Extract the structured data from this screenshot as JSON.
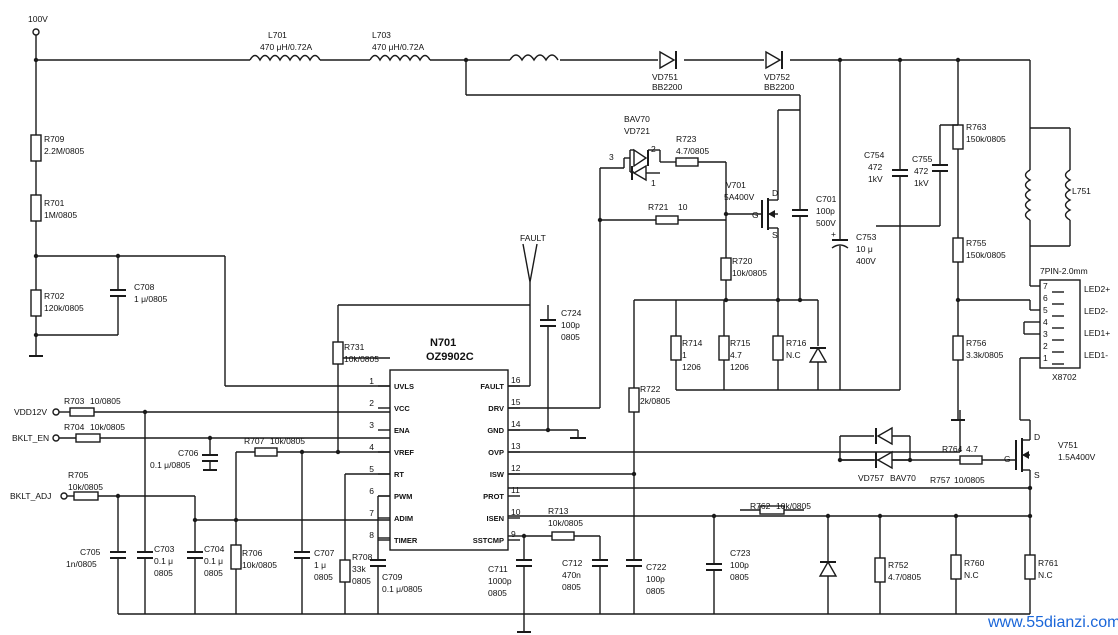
{
  "nets": {
    "v100": "100V",
    "vddi": "VDD12V",
    "bklt_en": "BKLT_EN",
    "bklt_adj": "BKLT_ADJ",
    "fault": "FAULT"
  },
  "ic": {
    "ref": "N701",
    "part": "OZ9902C",
    "pins_left": [
      {
        "num": "1",
        "name": "UVLS"
      },
      {
        "num": "2",
        "name": "VCC"
      },
      {
        "num": "3",
        "name": "ENA"
      },
      {
        "num": "4",
        "name": "VREF"
      },
      {
        "num": "5",
        "name": "RT"
      },
      {
        "num": "6",
        "name": "PWM"
      },
      {
        "num": "7",
        "name": "ADIM"
      },
      {
        "num": "8",
        "name": "TIMER"
      }
    ],
    "pins_right": [
      {
        "num": "16",
        "name": "FAULT"
      },
      {
        "num": "15",
        "name": "DRV"
      },
      {
        "num": "14",
        "name": "GND"
      },
      {
        "num": "13",
        "name": "OVP"
      },
      {
        "num": "12",
        "name": "ISW"
      },
      {
        "num": "11",
        "name": "PROT"
      },
      {
        "num": "10",
        "name": "ISEN"
      },
      {
        "num": "9",
        "name": "SSTCMP"
      }
    ]
  },
  "inductors": {
    "l701": {
      "ref": "L701",
      "value": "470 μH/0.72A"
    },
    "l703": {
      "ref": "L703",
      "value": "470 μH/0.72A"
    },
    "l751": {
      "ref": "L751"
    }
  },
  "diodes": {
    "vd751": {
      "ref": "VD751",
      "part": "BB2200"
    },
    "vd752": {
      "ref": "VD752",
      "part": "BB2200"
    },
    "vd721": {
      "ref": "VD721",
      "part": "BAV70"
    },
    "vd757": {
      "ref": "VD757",
      "part": "BAV70"
    },
    "vd721_pins": [
      "3",
      "2",
      "1"
    ]
  },
  "transistors": {
    "v701": {
      "ref": "V701",
      "value": "5A400V",
      "pins": [
        "D",
        "G",
        "S"
      ]
    },
    "v751": {
      "ref": "V751",
      "value": "1.5A400V",
      "pins": [
        "D",
        "G",
        "S"
      ]
    }
  },
  "resistors": {
    "r709": {
      "ref": "R709",
      "value": "2.2M/0805"
    },
    "r701": {
      "ref": "R701",
      "value": "1M/0805"
    },
    "r702": {
      "ref": "R702",
      "value": "120k/0805"
    },
    "r731": {
      "ref": "R731",
      "value": "10k/0805"
    },
    "r703": {
      "ref": "R703",
      "value": "10/0805"
    },
    "r704": {
      "ref": "R704",
      "value": "10k/0805"
    },
    "r705": {
      "ref": "R705",
      "value": "10k/0805"
    },
    "r707": {
      "ref": "R707",
      "value": "10k/0805"
    },
    "r706": {
      "ref": "R706",
      "value": "10k/0805"
    },
    "r708": {
      "ref": "R708",
      "value": "33k",
      "pkg": "0805"
    },
    "r713": {
      "ref": "R713",
      "value": "10k/0805"
    },
    "r721": {
      "ref": "R721",
      "value": "10"
    },
    "r723": {
      "ref": "R723",
      "value": "4.7/0805"
    },
    "r720": {
      "ref": "R720",
      "value": "10k/0805"
    },
    "r714": {
      "ref": "R714",
      "value": "1",
      "pkg": "1206"
    },
    "r715": {
      "ref": "R715",
      "value": "4.7",
      "pkg": "1206"
    },
    "r716": {
      "ref": "R716",
      "value": "N.C"
    },
    "r722": {
      "ref": "R722",
      "value": "2k/0805"
    },
    "r763": {
      "ref": "R763",
      "value": "150k/0805"
    },
    "r755": {
      "ref": "R755",
      "value": "150k/0805"
    },
    "r756": {
      "ref": "R756",
      "value": "3.3k/0805"
    },
    "r764": {
      "ref": "R764",
      "value": "4.7"
    },
    "r757": {
      "ref": "R757",
      "value": "10/0805"
    },
    "r762": {
      "ref": "R762",
      "value": "10k/0805"
    },
    "r752": {
      "ref": "R752",
      "value": "4.7/0805"
    },
    "r760": {
      "ref": "R760",
      "value": "N.C"
    },
    "r761": {
      "ref": "R761",
      "value": "N.C"
    }
  },
  "capacitors": {
    "c708": {
      "ref": "C708",
      "value": "1 μ/0805"
    },
    "c706": {
      "ref": "C706",
      "value": "0.1 μ/0805"
    },
    "c705": {
      "ref": "C705",
      "value": "1n/0805"
    },
    "c703": {
      "ref": "C703",
      "value": "0.1 μ",
      "pkg": "0805"
    },
    "c704": {
      "ref": "C704",
      "value": "0.1 μ",
      "pkg": "0805"
    },
    "c707": {
      "ref": "C707",
      "value": "1 μ",
      "pkg": "0805"
    },
    "c709": {
      "ref": "C709",
      "value": "0.1 μ/0805"
    },
    "c711": {
      "ref": "C711",
      "value": "1000p",
      "pkg": "0805"
    },
    "c712": {
      "ref": "C712",
      "value": "470n",
      "pkg": "0805"
    },
    "c722": {
      "ref": "C722",
      "value": "100p",
      "pkg": "0805"
    },
    "c723": {
      "ref": "C723",
      "value": "100p",
      "pkg": "0805"
    },
    "c724": {
      "ref": "C724",
      "value": "100p",
      "pkg": "0805"
    },
    "c701": {
      "ref": "C701",
      "value": "100p",
      "pkg": "500V"
    },
    "c753": {
      "ref": "C753",
      "value": "10 μ",
      "pkg": "400V"
    },
    "c754": {
      "ref": "C754",
      "value": "472",
      "pkg": "1kV"
    },
    "c755": {
      "ref": "C755",
      "value": "472",
      "pkg": "1kV"
    }
  },
  "connector": {
    "ref": "X8702",
    "type": "7PIN-2.0mm",
    "pins": [
      "7",
      "6",
      "5",
      "4",
      "3",
      "2",
      "1"
    ],
    "labels": [
      "LED2+",
      "LED2-",
      "LED1+",
      "LED1-"
    ]
  },
  "watermark": "www.55dianzi.com"
}
